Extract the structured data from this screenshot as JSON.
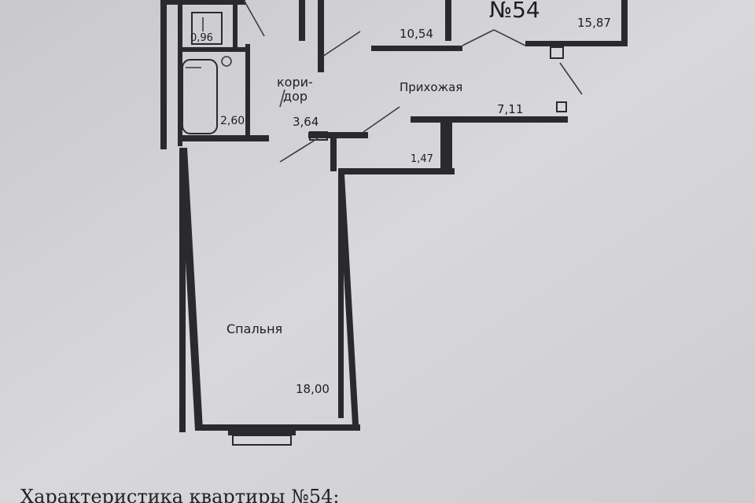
{
  "plan": {
    "apartment_number": "№54",
    "rooms": {
      "room_top_middle_area": "10,54",
      "room_top_right_area": "15,87",
      "toilet_area": "0,96",
      "bathroom_area": "2,60",
      "corridor_name_line1": "кори-",
      "corridor_name_line2": "дор",
      "corridor_area": "3,64",
      "hallway_name": "Прихожая",
      "hallway_area": "7,11",
      "closet_area": "1,47",
      "bedroom_name": "Спальня",
      "bedroom_area": "18,00"
    }
  },
  "caption": {
    "title": "Характеристика квартиры №54:"
  },
  "colors": {
    "paper": "#cfcfd1",
    "ink": "#2a2a2e"
  }
}
